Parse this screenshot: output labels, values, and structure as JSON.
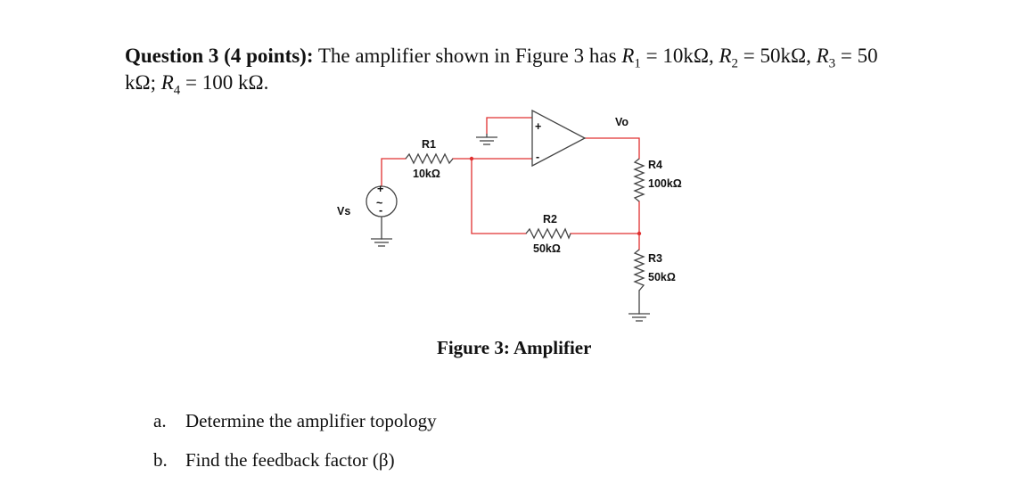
{
  "question": {
    "heading": "Question 3 (4 points):",
    "intro": " The amplifier shown in Figure 3 has ",
    "r1_sym": "R",
    "r1_sub": "1",
    "r1_val": " = 10kΩ, ",
    "r2_sym": "R",
    "r2_sub": "2",
    "r2_val": " = 50kΩ, ",
    "r3_sym": "R",
    "r3_sub": "3",
    "r3_val": " = 50 kΩ; ",
    "r4_sym": "R",
    "r4_sub": "4",
    "r4_val": " = 100 kΩ."
  },
  "figure": {
    "caption": "Figure 3: Amplifier",
    "labels": {
      "vs": "Vs",
      "vo": "Vo",
      "r1_name": "R1",
      "r1_value": "10kΩ",
      "r2_name": "R2",
      "r2_value": "50kΩ",
      "r3_name": "R3",
      "r3_value": "50kΩ",
      "r4_name": "R4",
      "r4_value": "100kΩ",
      "plus": "+",
      "minus": "-",
      "source_plus": "+",
      "source_minus": "-",
      "source_symbol": "~"
    },
    "colors": {
      "wire": "#e03030",
      "component": "#444444"
    }
  },
  "parts": [
    {
      "marker": "a.",
      "text": "Determine the amplifier topology"
    },
    {
      "marker": "b.",
      "text": "Find the feedback factor (β)"
    }
  ]
}
